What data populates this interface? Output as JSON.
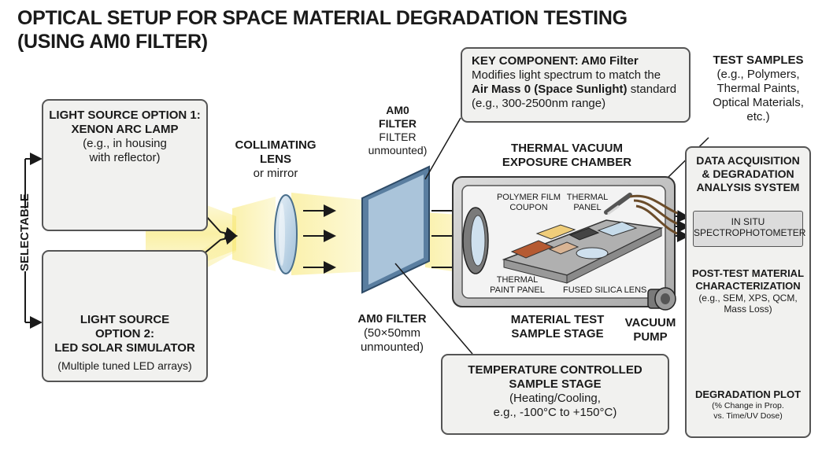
{
  "title_line1": "OPTICAL SETUP FOR SPACE MATERIAL DEGRADATION TESTING",
  "title_line2": "(USING AM0 FILTER)",
  "selectable": "SELECTABLE",
  "source1": {
    "line1": "LIGHT SOURCE OPTION 1:",
    "line2": "XENON ARC LAMP",
    "line3": "(e.g., in housing",
    "line4": "with reflector)"
  },
  "source2": {
    "line1": "LIGHT SOURCE",
    "line2": "OPTION 2:",
    "line3": "LED SOLAR SIMULATOR",
    "line4": "(Multiple tuned LED arrays)"
  },
  "lens": {
    "line1": "COLLIMATING",
    "line2": "LENS",
    "line3": "or mirror"
  },
  "filter_top": {
    "line1": "AM0",
    "line2": "FILTER",
    "line3": "FILTER",
    "line4": "unmounted)"
  },
  "filter_bottom": {
    "line1": "AM0 FILTER",
    "line2": "(50×50mm",
    "line3": "unmounted)"
  },
  "key_component": {
    "heading": "KEY COMPONENT: AM0 Filter",
    "line1": "Modifies light spectrum to match the",
    "line2_bold": "Air Mass 0 (Space Sunlight)",
    "line2_rest": " standard",
    "line3": "(e.g., 300-2500nm range)"
  },
  "test_samples": {
    "heading": "TEST SAMPLES",
    "line1": "(e.g., Polymers,",
    "line2": "Thermal Paints,",
    "line3": "Optical Materials,",
    "line4": "etc.)"
  },
  "chamber": {
    "line1": "THERMAL VACUUM",
    "line2": "EXPOSURE CHAMBER"
  },
  "chamber_labels": {
    "polymer1": "POLYMER FILM",
    "polymer2": "COUPON",
    "thermal1": "THERMAL",
    "thermal2": "PANEL",
    "paint1": "THERMAL",
    "paint2": "PAINT PANEL",
    "fused": "FUSED SILICA LENS"
  },
  "stage": {
    "line1": "MATERIAL TEST",
    "line2": "SAMPLE STAGE"
  },
  "pump": {
    "line1": "VACUUM",
    "line2": "PUMP"
  },
  "temp_stage": {
    "line1": "TEMPERATURE CONTROLLED",
    "line2": "SAMPLE STAGE",
    "line3": "(Heating/Cooling,",
    "line4": "e.g., -100°C to +150°C)"
  },
  "daq": {
    "line1": "DATA ACQUISITION",
    "line2": "& DEGRADATION",
    "line3": "ANALYSIS SYSTEM",
    "spectro1": "IN SITU",
    "spectro2": "SPECTROPHOTOMETER",
    "post1": "POST-TEST MATERIAL",
    "post2": "CHARACTERIZATION",
    "post3": "(e.g., SEM, XPS, QCM,",
    "post4": "Mass Loss)",
    "plot_title": "DEGRADATION PLOT",
    "plot1": "(% Change in Prop.",
    "plot2": "vs. Time/UV Dose)"
  },
  "colors": {
    "beam": "#f7e66a",
    "box_fill": "#f1f1ef",
    "border": "#555555",
    "glass": "#cfe0ee"
  },
  "icons": [
    "xenon-lamp-icon",
    "led-array-icon",
    "lens-icon",
    "filter-plate-icon",
    "vacuum-chamber-icon",
    "vacuum-pump-icon",
    "monitor-plot-icon"
  ]
}
